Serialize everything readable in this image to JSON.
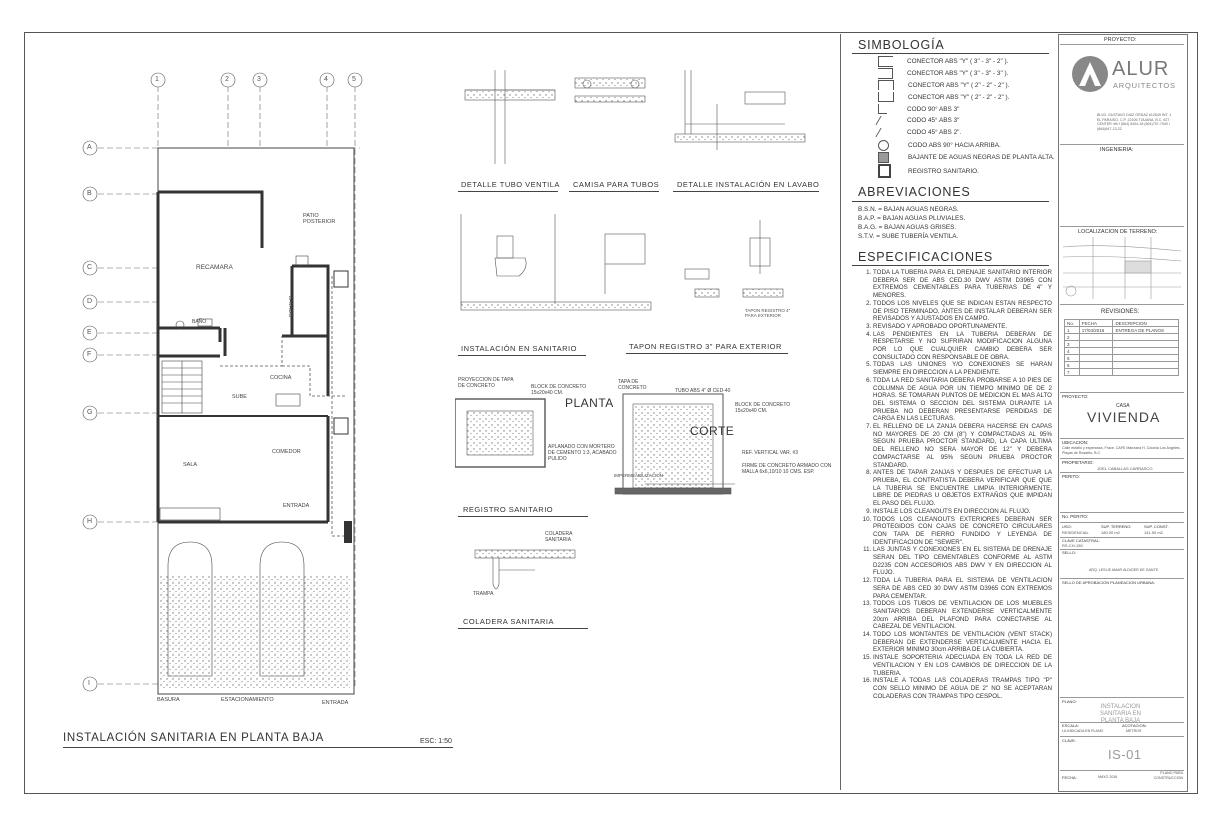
{
  "plan": {
    "title": "INSTALACIÓN SANITARIA EN PLANTA BAJA",
    "scale": "ESC: 1:50",
    "grid_cols": [
      "1",
      "2",
      "3",
      "4",
      "5"
    ],
    "grid_rows": [
      "A",
      "B",
      "C",
      "D",
      "E",
      "F",
      "G",
      "H",
      "I"
    ],
    "rooms": {
      "patio": "PATIO POSTERIOR",
      "recamara": "RECAMARA",
      "bano": "BAÑO",
      "lavado": "LAVADO",
      "cocina": "COCINA",
      "sube": "SUBE",
      "sala": "SALA",
      "comedor": "COMEDOR",
      "entrada": "ENTRADA",
      "basura": "BASURA",
      "estacionamiento": "ESTACIONAMIENTO",
      "entrada2": "ENTRADA"
    }
  },
  "details": {
    "d1": "DETALLE TUBO VENTILA",
    "d2": "CAMISA PARA TUBOS",
    "d3": "DETALLE INSTALACIÓN EN LAVABO",
    "d4": "INSTALACIÓN EN SANITARIO",
    "d5": "TAPON REGISTRO 3\" PARA EXTERIOR",
    "d6": "REGISTRO SANITARIO",
    "d7": "COLADERA SANITARIA",
    "planta": "PLANTA",
    "corte": "CORTE",
    "tapon_note": "TAPON REGISTRO 4\" PARA EXTERIOR",
    "coladera_label": "COLADERA SANITARIA",
    "trampa": "TRAMPA",
    "reg_notes": {
      "proy": "PROYECCION DE TAPA DE CONCRETO",
      "block": "BLOCK DE CONCRETO 15x20x40 CM.",
      "aplanado": "APLANADO CON MORTERO DE CEMENTO 1:3, ACABADO PULIDO",
      "tapa": "TAPA DE CONCRETO",
      "tubo": "TUBO ABS 4\" Ø CED-40",
      "block2": "BLOCK DE CONCRETO 15x20x40 CM.",
      "vert": "REF. VERTICAL VAR. #3",
      "firme": "FIRME DE CONCRETO ARMADO CON MALLA 6x6,10/10 10 CMS. ESP.",
      "imper": "IMPERMEABILIZACION"
    }
  },
  "simbologia": {
    "title": "SIMBOLOGÍA",
    "items": [
      "CONECTOR ABS \"Y\" ( 3\" - 3\" - 2\" ).",
      "CONECTOR ABS \"Y\" ( 3\" - 3\" - 3\" ).",
      "CONECTOR ABS \"Y\" ( 2\" - 2\" - 2\" ).",
      "CONECTOR ABS \"Y\" ( 2\" - 2\" - 2\" ).",
      "CODO 90° ABS 3\"",
      "CODO 45° ABS 3\"",
      "CODO 45° ABS 2\".",
      "CODO ABS 90° HACIA ARRIBA.",
      "BAJANTE DE AGUAS NEGRAS DE PLANTA ALTA.",
      "REGISTRO SANITARIO."
    ]
  },
  "abreviaciones": {
    "title": "ABREVIACIONES",
    "items": [
      "B.S.N. = BAJAN AGUAS NEGRAS.",
      "B.A.P. = BAJAN AGUAS PLUVIALES.",
      "B.A.G. = BAJAN AGUAS GRISES.",
      "S.T.V. = SUBE TUBERÍA VENTILA."
    ]
  },
  "especificaciones": {
    "title": "ESPECIFICACIONES",
    "items": [
      "TODA LA TUBERIA PARA EL DRENAJE SANITARIO INTERIOR DEBERA SER DE ABS CED.30 DWV ASTM D3965 CON EXTREMOS CEMENTABLES PARA TUBERIAS DE 4\" Y MENORES.",
      "TODOS LOS NIVELES QUE SE INDICAN ESTAN RESPECTO DE PISO TERMINADO, ANTES DE INSTALAR DEBERAN SER REVISADOS Y AJUSTADOS EN CAMPO.",
      "REVISADO Y APROBADO OPORTUNAMENTE.",
      "LAS PENDIENTES EN LA TUBERIA DEBERAN DE RESPETARSE Y NO SUFRIRAN MODIFICACION ALGUNA POR LO QUE CUALQUIER CAMBIO DEBERA SER CONSULTADO CON RESPONSABLE DE OBRA.",
      "TODAS LAS UNIONES Y/O CONEXIONES SE HARAN SIEMPRE EN DIRECCION A LA PENDIENTE.",
      "TODA LA RED SANITARIA DEBERA PROBARSE A 10 PIES DE COLUMNA DE AGUA POR UN TIEMPO MINIMO DE DE 2 HORAS. SE TOMARAN PUNTOS DE MEDICION EL MAS ALTO DEL SISTEMA O SECCION DEL SISTEMA DURANTE LA PRUEBA NO DEBERAN PRESENTARSE PERDIDAS DE CARGA EN LAS LECTURAS.",
      "EL RELLENO DE LA ZANJA DEBERA HACERSE EN CAPAS NO MAYORES DE 20 CM (8\") Y COMPACTADAS AL 95% SEGUN PRUEBA PROCTOR STANDARD, LA CAPA ULTIMA DEL RELLENO NO SERA MAYOR DE 12\" Y DEBERA COMPACTARSE AL 95% SEGUN PRUEBA PROCTOR STANDARD.",
      "ANTES DE TAPAR ZANJAS Y DESPUES DE EFECTUAR LA PRUEBA, EL CONTRATISTA DEBERA VERIFICAR QUE QUE LA TUBERIA SE ENCUENTRE LIMPIA INTERIORMENTE, LIBRE DE PIEDRAS U OBJETOS EXTRAÑOS QUE IMPIDAN EL PASO DEL FLUJO.",
      "INSTALE LOS CLEANOUTS EN DIRECCION AL FLUJO.",
      "TODOS LOS CLEANOUTS EXTERIORES DEBERAN SER PROTEGIDOS CON CAJAS DE CONCRETO CIRCULARES CON TAPA DE FIERRO FUNDIDO Y LEYENDA DE IDENTIFICACION DE \"SEWER\".",
      "LAS JUNTAS Y CONEXIONES EN EL SISTEMA DE DRENAJE SERAN DEL TIPO CEMENTABLES CONFORME AL ASTM D2235 CON ACCESORIOS ABS DWV Y EN DIRECCION AL FLUJO.",
      "TODA LA TUBERIA PARA EL SISTEMA DE VENTILACION SERA DE ABS CED 30 DWV ASTM D3965 CON EXTREMOS PARA CEMENTAR.",
      "TODOS LOS TUBOS DE VENTILACION DE LOS MUEBLES SANITARIOS DEBERAN EXTENDERSE VERTICALMENTE 20cm ARRIBA DEL PLAFOND PARA CONECTARSE AL CABEZAL DE VENTILACION.",
      "TODO LOS MONTANTES DE VENTILACION (VENT STACK) DEBERAN DE EXTENDERSE VERTICALMENTE HACIA EL EXTERIOR MINIMO 30cm ARRIBA DE LA CUBIERTA.",
      "INSTALE SOPORTERIA ADECUADA EN TODA LA RED DE VENTILACION Y EN LOS CAMBIOS DE DIRECCION DE LA TUBERIA.",
      "INSTALE A TODAS LAS COLADERAS TRAMPAS TIPO \"P\" CON SELLO MINIMO DE AGUA DE 2\" NO SE ACEPTARAN COLADERAS CON TRAMPAS TIPO CESPOL."
    ]
  },
  "titleblock": {
    "proyecto": "PROYECTO:",
    "logo_name": "ALUR",
    "logo_sub": "ARQUITECTOS",
    "address": "BLVD. GUSTAVO DIAZ ORDAZ #12649 INT. 1 EL PARAISO, C.P. 22106 TIJUANA, B.C. 627 CENTER 4th f (664) 5404-18 (664)757-7940 / (664)647-13-22",
    "ingenieria": "INGENIERIA:",
    "localizacion": "LOCALIZACION DE TERRENO:",
    "revisiones": "REVISIONES:",
    "rev_headers": [
      "No.",
      "FECHA",
      "DESCRIPCION"
    ],
    "rev_first": [
      "1",
      "17/04/2016",
      "ENTREGA DE PLANOS"
    ],
    "rev_nums": [
      "2",
      "3",
      "4",
      "5",
      "6",
      "7"
    ],
    "proyecto2": "PROYECTO:",
    "casa": "CASA",
    "vivienda": "VIVIENDA",
    "ubicacion_label": "UBICACION:",
    "ubicacion": "Calle estaño y esperanza, Frace. CAFE Manzana H, Colonia Los Angeles, Playas de Rosarito, B.C.",
    "propietario_label": "PROPIETARIO:",
    "propietario": "JOEL CABALLAS CARRASCO",
    "perito_label": "PERITO:",
    "perito2_label": "No. PERITO:",
    "uso_label": "USO:",
    "uso": "RESIDENCIAL",
    "sup_terreno_label": "SUP. TERRENO:",
    "sup_terreno": "180.00 m2",
    "sup_const_label": "SUP. CONST.",
    "sup_const": "141.90 m2",
    "clave_label": "CLAVE CATASTRAL:",
    "clave": "RS-CH-150",
    "sello_label": "SELLO:",
    "arq": "ARQ. LESLIE AMAR ALDIGER DE GANTE",
    "sello_aprob": "SELLO DE APROBACION PLANEACION URBANA:",
    "plano_label": "PLANO:",
    "plano": "INSTALACION SANITARIA EN PLANTA BAJA",
    "escala_label": "ESCALA:",
    "escala": "LA INDICADA EN PLANO",
    "acot_label": "ACOTACION:",
    "acot": "METROS",
    "clave2_label": "CLAVE:",
    "clave2": "IS-01",
    "fecha_label": "FECHA:",
    "fecha": "MAYO 2016",
    "plano_para": "PLANO PARA CONSTRUCCION"
  }
}
